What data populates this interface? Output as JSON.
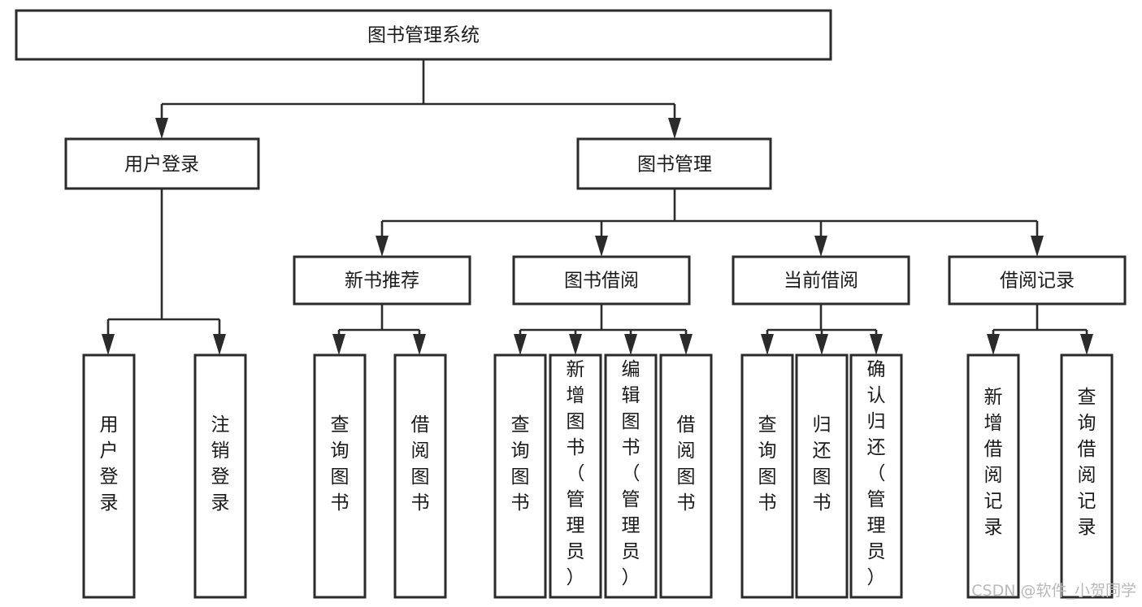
{
  "diagram": {
    "type": "tree",
    "title": "图书管理系统",
    "orientation": "top-down",
    "levels": 4,
    "nodes": {
      "root": {
        "label": "图书管理系统"
      },
      "level2": [
        {
          "id": "user-login",
          "label": "用户登录"
        },
        {
          "id": "book-management",
          "label": "图书管理"
        }
      ],
      "level3": [
        {
          "id": "new-book-recommend",
          "label": "新书推荐",
          "parent": "book-management"
        },
        {
          "id": "book-borrow",
          "label": "图书借阅",
          "parent": "book-management"
        },
        {
          "id": "current-borrow",
          "label": "当前借阅",
          "parent": "book-management"
        },
        {
          "id": "borrow-record",
          "label": "借阅记录",
          "parent": "book-management"
        }
      ],
      "leaves": [
        {
          "id": "leaf-user-login",
          "label": "用户登录",
          "parent": "user-login"
        },
        {
          "id": "leaf-user-logout",
          "label": "注销登录",
          "parent": "user-login"
        },
        {
          "id": "leaf-query-book-1",
          "label": "查询图书",
          "parent": "new-book-recommend"
        },
        {
          "id": "leaf-borrow-book-1",
          "label": "借阅图书",
          "parent": "new-book-recommend"
        },
        {
          "id": "leaf-query-book-2",
          "label": "查询图书",
          "parent": "book-borrow"
        },
        {
          "id": "leaf-add-book",
          "label": "新增图书（管理员）",
          "parent": "book-borrow"
        },
        {
          "id": "leaf-edit-book",
          "label": "编辑图书（管理员）",
          "parent": "book-borrow"
        },
        {
          "id": "leaf-borrow-book-2",
          "label": "借阅图书",
          "parent": "book-borrow"
        },
        {
          "id": "leaf-query-book-3",
          "label": "查询图书",
          "parent": "current-borrow"
        },
        {
          "id": "leaf-return-book",
          "label": "归还图书",
          "parent": "current-borrow"
        },
        {
          "id": "leaf-confirm-return",
          "label": "确认归还（管理员）",
          "parent": "current-borrow"
        },
        {
          "id": "leaf-add-record",
          "label": "新增借阅记录",
          "parent": "borrow-record"
        },
        {
          "id": "leaf-query-record",
          "label": "查询借阅记录",
          "parent": "borrow-record"
        }
      ]
    },
    "colors": {
      "box_stroke": "#2b2b2b",
      "box_fill": "#ffffff",
      "text": "#1a1a1a",
      "background": "#ffffff",
      "watermark": "#b9b9b9"
    }
  },
  "watermark": {
    "text": "CSDN @软件_小贺同学"
  }
}
